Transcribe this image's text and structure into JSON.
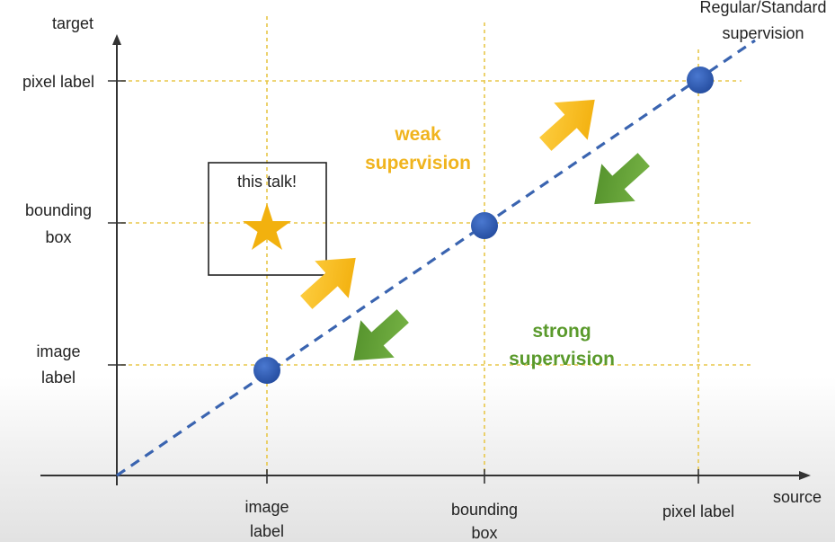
{
  "axes": {
    "y_title": "target",
    "x_title": "source"
  },
  "y_ticks": [
    {
      "line1": "pixel label",
      "line2": ""
    },
    {
      "line1": "bounding",
      "line2": "box"
    },
    {
      "line1": "image",
      "line2": "label"
    }
  ],
  "x_ticks": [
    {
      "line1": "image",
      "line2": "label"
    },
    {
      "line1": "bounding",
      "line2": "box"
    },
    {
      "line1": "pixel label",
      "line2": ""
    }
  ],
  "regions": {
    "weak": {
      "line1": "weak",
      "line2": "supervision",
      "color": "#f0b41e"
    },
    "strong": {
      "line1": "strong",
      "line2": "supervision",
      "color": "#5a9a2c"
    }
  },
  "corner_label": {
    "line1": "Regular/Standard",
    "line2": "supervision"
  },
  "callout": {
    "text": "this talk!"
  },
  "colors": {
    "diagonal": "#3a64b0",
    "point": "#2f5bb7",
    "guide": "#e8c74a",
    "up_arrow": "#f4b300",
    "down_arrow": "#5e9a32",
    "star": "#f2b10e"
  }
}
